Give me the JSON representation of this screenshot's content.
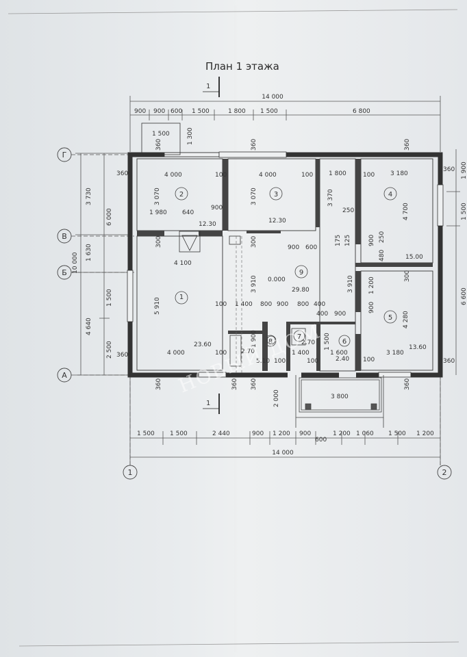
{
  "title": "План 1 этажа",
  "watermark": "НОВЫЙ ДОМ",
  "overall": {
    "top": "14 000",
    "bottom": "14 000"
  },
  "top_dims": [
    "900",
    "900",
    "600",
    "1 500",
    "1 800",
    "1 500",
    "6 800"
  ],
  "bottom_dims": [
    "1 500",
    "1 500",
    "2 440",
    "900",
    "1 200",
    "900",
    "1 200",
    "1 060",
    "1 500",
    "1 200"
  ],
  "bottom_extra": "600",
  "left_dims_outer": [
    "3 730",
    "1 630",
    "4 640",
    "10 000"
  ],
  "left_dims_inner": [
    "6 000",
    "1 500",
    "2 500"
  ],
  "right_dims": [
    "1 900",
    "1 500",
    "6 600"
  ],
  "axes": {
    "g": "Г",
    "v": "В",
    "b": "Б",
    "a": "А",
    "one": "1",
    "two": "2"
  },
  "section_mark": "1",
  "rooms": [
    {
      "num": "1",
      "area": "23.60",
      "w": "4 000",
      "h": "5 910"
    },
    {
      "num": "2",
      "area": "12.30",
      "w": "4 000",
      "h": "3 070"
    },
    {
      "num": "3",
      "area": "12.30",
      "w": "4 000",
      "h": "3 070"
    },
    {
      "num": "4",
      "area": "15.00",
      "w": "3 180",
      "h": "4 700"
    },
    {
      "num": "5",
      "area": "13.60",
      "w": "3 180",
      "h": "4 280"
    },
    {
      "num": "6",
      "area": "2.40",
      "w": "1 600"
    },
    {
      "num": "7",
      "area": "2.70",
      "w": "1 400"
    },
    {
      "num": "8",
      "area": "2.70",
      "w": "1 900"
    },
    {
      "num": "9",
      "area": "29.80",
      "h": "3 910"
    }
  ],
  "level": "0.000",
  "labels": {
    "l1500": "1 500",
    "l1300": "1 300",
    "l360": "360",
    "l100": "100",
    "l1980": "1 980",
    "l640": "640",
    "l900": "900",
    "l300": "300",
    "l4100": "4 100",
    "l1400": "1 400",
    "l800": "800",
    "l400": "400",
    "l1800": "1 800",
    "l3370": "3 370",
    "l250": "250",
    "l175": "175",
    "l125": "125",
    "l480": "480",
    "l1200": "1 200",
    "l1500b": "1 500",
    "l510": "5.10",
    "l2000": "2 000",
    "l3800": "3 800",
    "l600": "600"
  }
}
